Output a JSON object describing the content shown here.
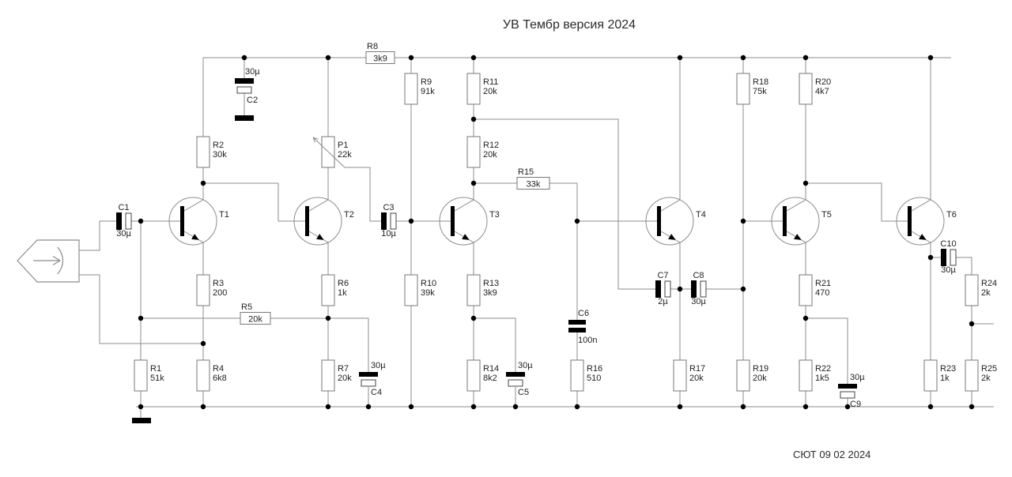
{
  "title": "УВ Тембр версия 2024",
  "footer": "СЮТ 09 02 2024",
  "colors": {
    "background": "#ffffff",
    "wire": "#8c8c8c",
    "component_outline": "#777777",
    "ink": "#000000",
    "text": "#1f1f1f"
  },
  "components": {
    "transistors": [
      {
        "id": "T1",
        "label": "T1"
      },
      {
        "id": "T2",
        "label": "T2"
      },
      {
        "id": "T3",
        "label": "T3"
      },
      {
        "id": "T4",
        "label": "T4"
      },
      {
        "id": "T5",
        "label": "T5"
      },
      {
        "id": "T6",
        "label": "T6"
      }
    ],
    "resistors": [
      {
        "id": "R1",
        "value": "51k"
      },
      {
        "id": "R2",
        "value": "30k"
      },
      {
        "id": "R3",
        "value": "200"
      },
      {
        "id": "R4",
        "value": "6k8"
      },
      {
        "id": "R5",
        "value": "20k"
      },
      {
        "id": "R6",
        "value": "1k"
      },
      {
        "id": "R7",
        "value": "20k"
      },
      {
        "id": "R8",
        "value": "3k9"
      },
      {
        "id": "R9",
        "value": "91k"
      },
      {
        "id": "R10",
        "value": "39k"
      },
      {
        "id": "R11",
        "value": "20k"
      },
      {
        "id": "R12",
        "value": "20k"
      },
      {
        "id": "R13",
        "value": "3k9"
      },
      {
        "id": "R14",
        "value": "8k2"
      },
      {
        "id": "R15",
        "value": "33k"
      },
      {
        "id": "R16",
        "value": "510"
      },
      {
        "id": "R17",
        "value": "20k"
      },
      {
        "id": "R18",
        "value": "75k"
      },
      {
        "id": "R19",
        "value": "20k"
      },
      {
        "id": "R20",
        "value": "4k7"
      },
      {
        "id": "R21",
        "value": "470"
      },
      {
        "id": "R22",
        "value": "1k5"
      },
      {
        "id": "R23",
        "value": "1k"
      },
      {
        "id": "R24",
        "value": "2k"
      },
      {
        "id": "R25",
        "value": "2k"
      }
    ],
    "potentiometer": {
      "id": "P1",
      "value": "22k"
    },
    "capacitors": [
      {
        "id": "C1",
        "value": "30µ"
      },
      {
        "id": "C2",
        "value": "30µ"
      },
      {
        "id": "C3",
        "value": "10µ"
      },
      {
        "id": "C4",
        "value": "30µ"
      },
      {
        "id": "C5",
        "value": "30µ"
      },
      {
        "id": "C6",
        "value": "100n"
      },
      {
        "id": "C7",
        "value": "2µ"
      },
      {
        "id": "C8",
        "value": "30µ"
      },
      {
        "id": "C9",
        "value": "30µ"
      },
      {
        "id": "C10",
        "value": "30µ"
      }
    ]
  }
}
